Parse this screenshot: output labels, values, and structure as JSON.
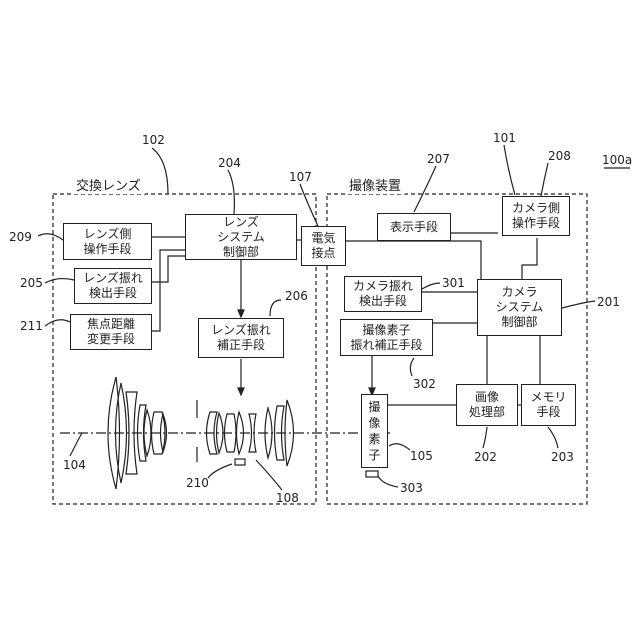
{
  "figure_label": "100a",
  "sections": {
    "lens": {
      "title": "交換レンズ",
      "number": "102"
    },
    "camera": {
      "title": "撮像装置",
      "number": "101"
    }
  },
  "blocks": {
    "lens_control": {
      "lines": [
        "レンズ",
        "システム",
        "制御部"
      ],
      "number": "204"
    },
    "lens_operation": {
      "lines": [
        "レンズ側",
        "操作手段"
      ],
      "number": "209"
    },
    "lens_shake_detect": {
      "lines": [
        "レンズ振れ",
        "検出手段"
      ],
      "number": "205"
    },
    "focal_change": {
      "lines": [
        "焦点距離",
        "変更手段"
      ],
      "number": "211"
    },
    "lens_shake_correct": {
      "lines": [
        "レンズ振れ",
        "補正手段"
      ],
      "number": "206"
    },
    "electric_contact": {
      "lines": [
        "電気",
        "接点"
      ],
      "number": "107"
    },
    "display": {
      "lines": [
        "表示手段"
      ],
      "number": "207"
    },
    "camera_operation": {
      "lines": [
        "カメラ側",
        "操作手段"
      ],
      "number": "208"
    },
    "camera_shake_detect": {
      "lines": [
        "カメラ振れ",
        "検出手段"
      ],
      "number": "301"
    },
    "camera_control": {
      "lines": [
        "カメラ",
        "システム",
        "制御部"
      ],
      "number": "201"
    },
    "sensor_shake_correct": {
      "lines": [
        "撮像素子",
        "振れ補正手段"
      ],
      "number": "302"
    },
    "image_sensor": {
      "chars": [
        "撮",
        "像",
        "素",
        "子"
      ],
      "number": "105"
    },
    "image_processing": {
      "lines": [
        "画像",
        "処理部"
      ],
      "number": "202"
    },
    "memory": {
      "lines": [
        "メモリ",
        "手段"
      ],
      "number": "203"
    }
  },
  "other_numbers": {
    "optical_axis": "104",
    "correction_lens": "108",
    "lens_sensor": "210",
    "sensor_detector": "303"
  }
}
